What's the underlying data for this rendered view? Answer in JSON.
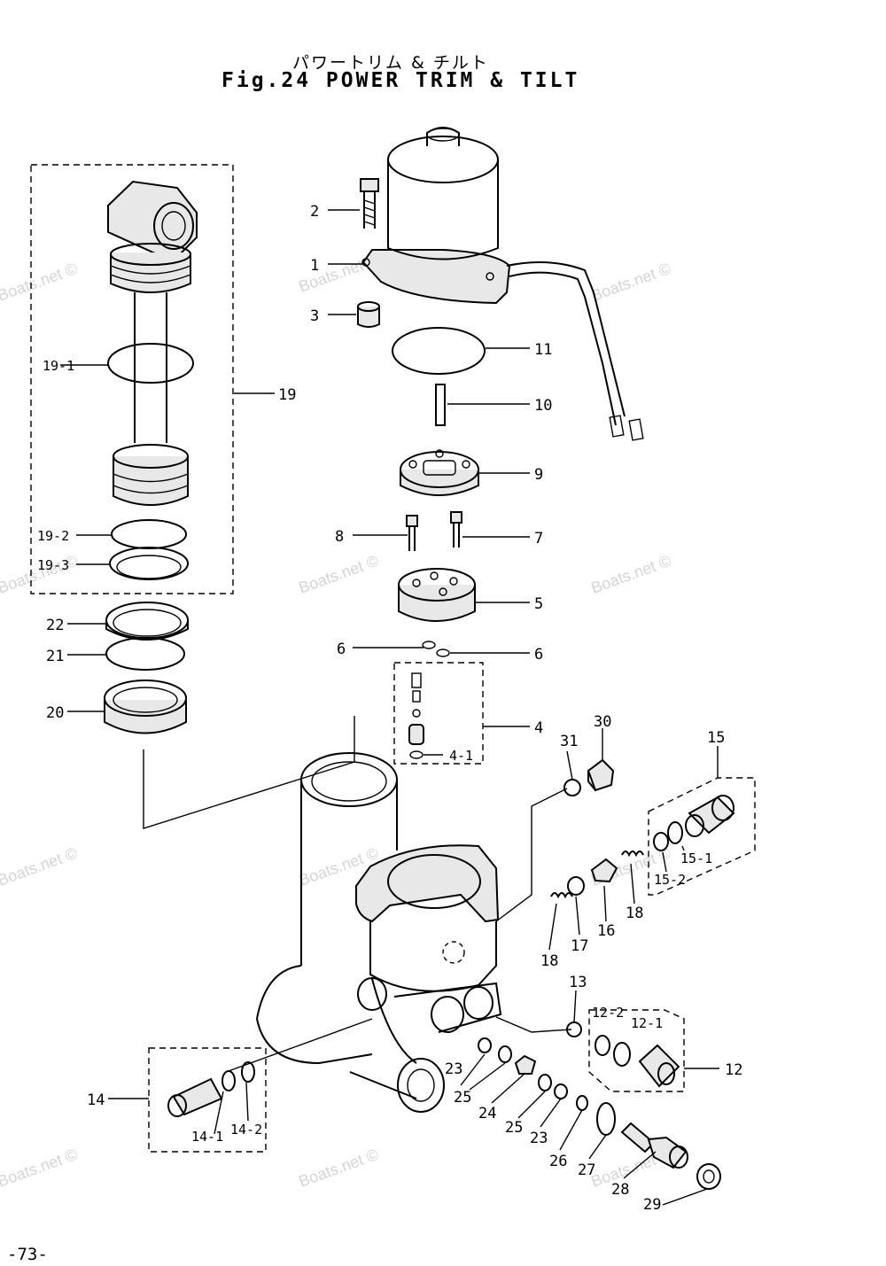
{
  "title": {
    "japanese": "パワートリム & チルト",
    "figure": "Fig.24 POWER TRIM & TILT"
  },
  "page_number": "-73-",
  "watermark": "Boats.net ©",
  "callouts": [
    "1",
    "2",
    "3",
    "4",
    "4-1",
    "5",
    "6",
    "6",
    "7",
    "8",
    "9",
    "10",
    "11",
    "12",
    "12-1",
    "12-2",
    "13",
    "14",
    "14-1",
    "14-2",
    "15",
    "15-1",
    "15-2",
    "16",
    "17",
    "18",
    "18",
    "19",
    "19-1",
    "19-2",
    "19-3",
    "20",
    "21",
    "22",
    "23",
    "23",
    "24",
    "25",
    "25",
    "26",
    "27",
    "28",
    "29",
    "30",
    "31"
  ]
}
